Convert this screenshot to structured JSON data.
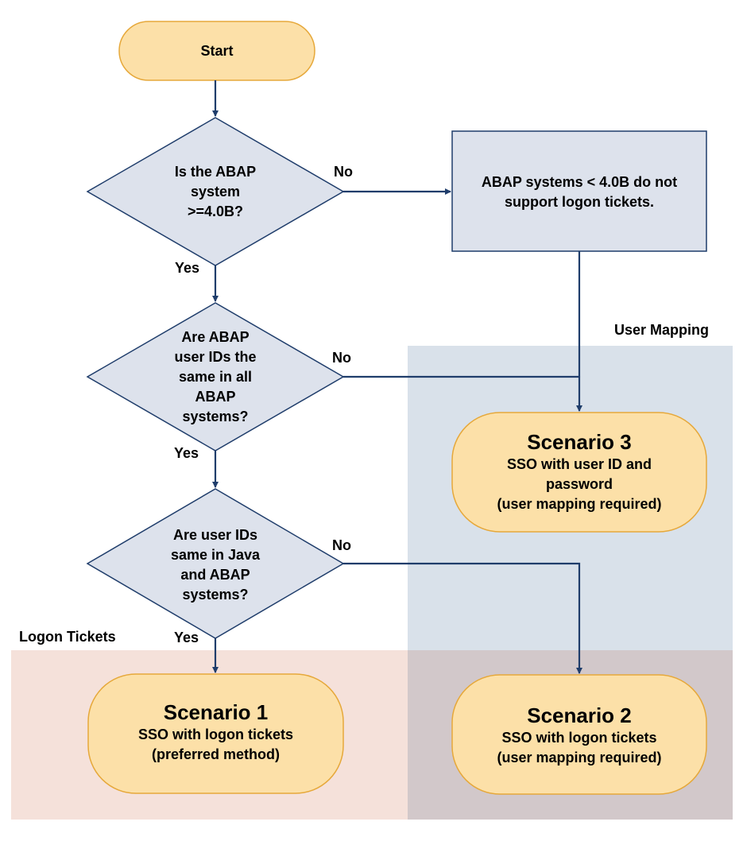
{
  "regions": {
    "user_mapping": {
      "label": "User Mapping",
      "color": "#d9e1ea"
    },
    "logon_tickets": {
      "label": "Logon Tickets",
      "color": "#f5e1da"
    },
    "overlap_color": "#d2c8ca"
  },
  "nodes": {
    "start": {
      "label": "Start"
    },
    "decision1": {
      "lines": [
        "Is the ABAP",
        "system",
        ">=4.0B?"
      ]
    },
    "note": {
      "lines": [
        "ABAP systems < 4.0B do  not",
        "support logon tickets."
      ]
    },
    "decision2": {
      "lines": [
        "Are ABAP",
        "user IDs the",
        "same in all",
        "ABAP",
        "systems?"
      ]
    },
    "decision3": {
      "lines": [
        "Are user IDs",
        "same in Java",
        "and ABAP",
        "systems?"
      ]
    },
    "scenario1": {
      "title": "Scenario 1",
      "lines": [
        "SSO with  logon tickets",
        "(preferred method)"
      ]
    },
    "scenario2": {
      "title": "Scenario 2",
      "lines": [
        "SSO with logon tickets",
        "(user mapping required)"
      ]
    },
    "scenario3": {
      "title": "Scenario 3",
      "lines": [
        "SSO with user ID and",
        "password",
        "(user mapping required)"
      ]
    }
  },
  "edges": {
    "d1_no": "No",
    "d1_yes": "Yes",
    "d2_no": "No",
    "d2_yes": "Yes",
    "d3_no": "No",
    "d3_yes": "Yes"
  },
  "colors": {
    "terminal_fill": "#fce0a8",
    "terminal_stroke": "#e6a83a",
    "decision_fill": "#dde2ec",
    "decision_stroke": "#1f3d6b",
    "arrow": "#1f3d6b"
  }
}
